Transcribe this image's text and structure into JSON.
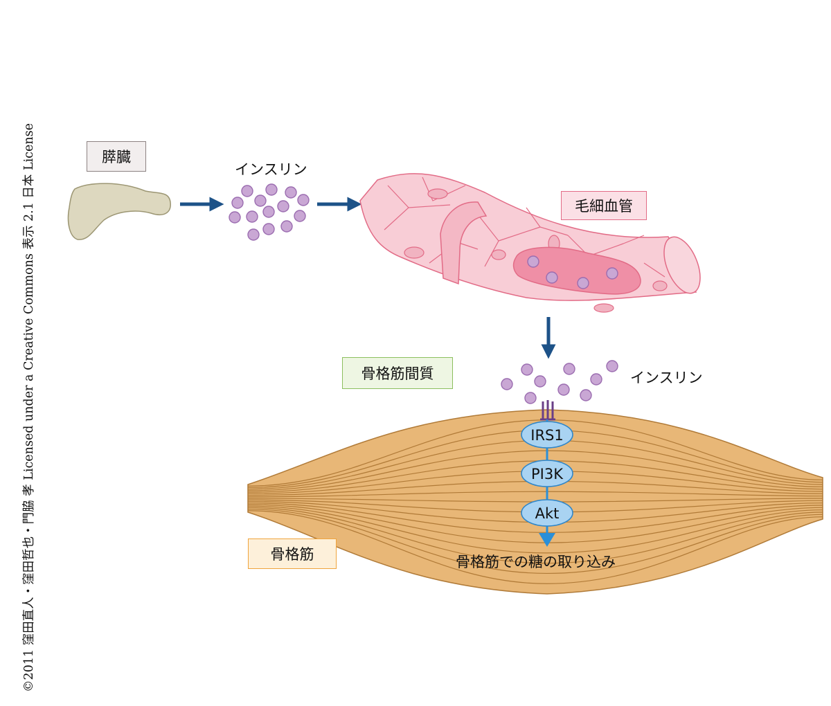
{
  "labels": {
    "pancreas": "膵臓",
    "insulin_top": "インスリン",
    "capillary": "毛細血管",
    "interstitium": "骨格筋間質",
    "insulin_right": "インスリン",
    "muscle": "骨格筋",
    "uptake": "骨格筋での糖の取り込み"
  },
  "pathway": [
    "IRS1",
    "PI3K",
    "Akt"
  ],
  "copyright": "©2011 窪田直人・窪田哲也・門脇 孝 Licensed under a Creative Commons 表示 2.1 日本 License",
  "colors": {
    "arrow": "#1d5288",
    "insulin_fill": "#c9a7d4",
    "insulin_stroke": "#9b6db0",
    "vessel_fill": "#f8cdd6",
    "vessel_stroke": "#e26b86",
    "muscle_fill": "#e8b777",
    "muscle_line": "#b07a37",
    "pathway_fill": "#a9d3f2",
    "pathway_stroke": "#2f86c9",
    "pathway_arrow": "#2a8fd8",
    "receptor": "#6a3f87",
    "pancreas_fill": "#ddd8bf",
    "pancreas_stroke": "#9c9673"
  }
}
